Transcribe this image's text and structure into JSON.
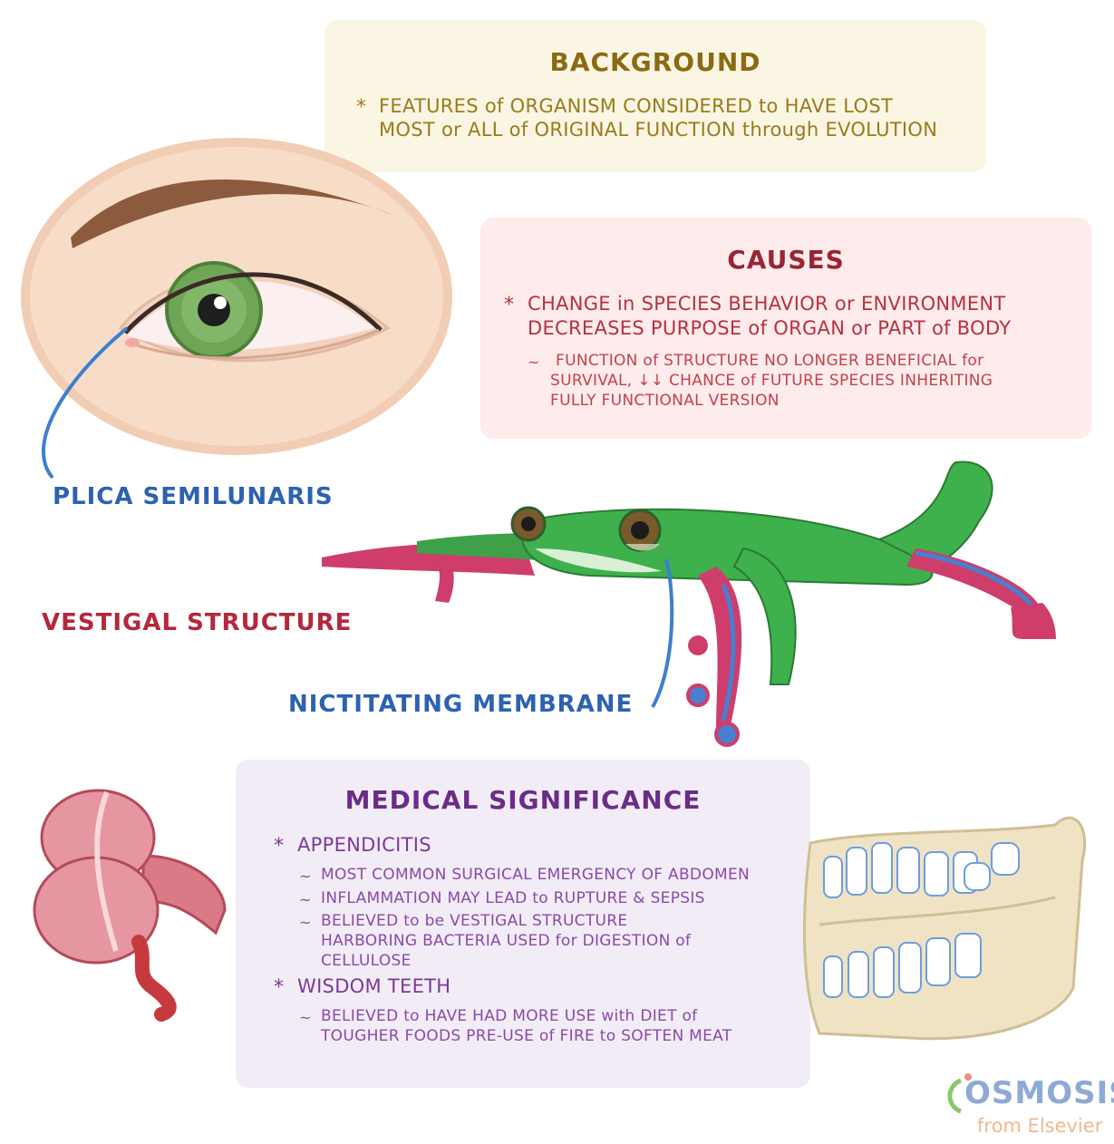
{
  "background": {
    "title": "BACKGROUND",
    "bullet": "*",
    "line1": "FEATURES of ORGANISM CONSIDERED to HAVE LOST",
    "line2": "MOST or ALL of ORIGINAL FUNCTION through EVOLUTION"
  },
  "causes": {
    "title": "CAUSES",
    "bullet": "*",
    "line1": "CHANGE in SPECIES BEHAVIOR or ENVIRONMENT",
    "line2": "DECREASES PURPOSE of ORGAN or PART of BODY",
    "sub_marker": "~",
    "sub1": "FUNCTION of STRUCTURE NO LONGER BENEFICIAL for",
    "sub2": "SURVIVAL, ↓↓ CHANCE of FUTURE SPECIES INHERITING",
    "sub3": "FULLY FUNCTIONAL VERSION"
  },
  "medical": {
    "title": "MEDICAL SIGNIFICANCE",
    "bullet": "*",
    "sub_marker": "~",
    "appendicitis": "APPENDICITIS",
    "app1": "MOST COMMON SURGICAL EMERGENCY OF ABDOMEN",
    "app2": "INFLAMMATION MAY LEAD to RUPTURE & SEPSIS",
    "app3a": "BELIEVED to be VESTIGAL STRUCTURE",
    "app3b": "HARBORING BACTERIA USED for DIGESTION of",
    "app3c": "CELLULOSE",
    "wisdom": "WISDOM TEETH",
    "wis1a": "BELIEVED to HAVE HAD MORE USE with DIET of",
    "wis1b": "TOUGHER FOODS PRE-USE of FIRE to SOFTEN MEAT"
  },
  "labels": {
    "plica": "PLICA SEMILUNARIS",
    "vestigal": "VESTIGAL STRUCTURE",
    "nictitating": "NICTITATING MEMBRANE"
  },
  "logo": {
    "name": "OSMOSIS",
    "sub": "from Elsevier"
  },
  "colors": {
    "background_box": "#fbf6e3",
    "causes_box": "#fdeceb",
    "medical_box": "#f2ecf6",
    "label_blue": "#2d62b0",
    "label_red": "#b3283a"
  }
}
